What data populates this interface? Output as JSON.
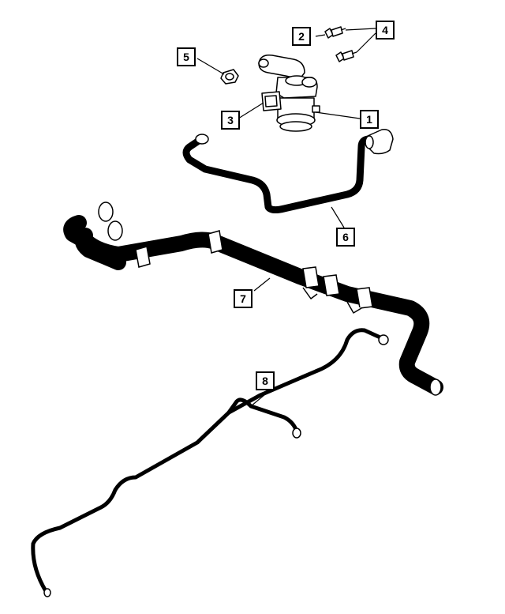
{
  "callouts": [
    {
      "id": "c1",
      "number": "1",
      "part": "valve"
    },
    {
      "id": "c2",
      "number": "2",
      "part": "bolt"
    },
    {
      "id": "c3",
      "number": "3",
      "part": "solenoid-connector"
    },
    {
      "id": "c4",
      "number": "4",
      "part": "bolt-pair"
    },
    {
      "id": "c5",
      "number": "5",
      "part": "nut"
    },
    {
      "id": "c6",
      "number": "6",
      "part": "vacuum-line"
    },
    {
      "id": "c7",
      "number": "7",
      "part": "vapor-hose-assembly"
    },
    {
      "id": "c8",
      "number": "8",
      "part": "fuel-vapor-tube"
    }
  ]
}
